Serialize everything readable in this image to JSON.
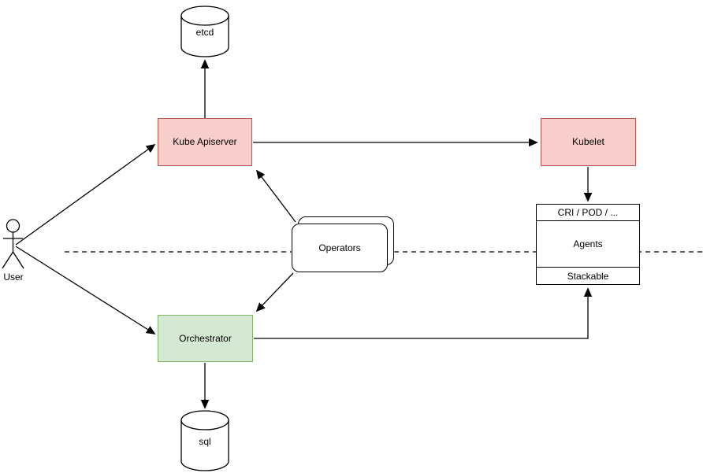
{
  "diagram": {
    "background": "#ffffff",
    "line_color": "#000000",
    "nodes": {
      "user": {
        "label": "User",
        "shape": "actor"
      },
      "etcd": {
        "label": "etcd",
        "shape": "cylinder",
        "fill": "#ffffff",
        "border": "#000000"
      },
      "kube_apiserver": {
        "label": "Kube Apiserver",
        "shape": "rect",
        "fill": "#f8cecc",
        "border": "#b85450"
      },
      "kubelet": {
        "label": "Kubelet",
        "shape": "rect",
        "fill": "#f8cecc",
        "border": "#b85450"
      },
      "operators": {
        "label": "Operators",
        "shape": "stacked-rounded-rect",
        "fill": "#ffffff",
        "border": "#000000"
      },
      "orchestrator": {
        "label": "Orchestrator",
        "shape": "rect",
        "fill": "#d5e8d4",
        "border": "#82b366"
      },
      "sql": {
        "label": "sql",
        "shape": "cylinder",
        "fill": "#ffffff",
        "border": "#000000"
      },
      "agents_stack": {
        "shape": "rect-3-rows",
        "rows": [
          "CRI / POD / ...",
          "Agents",
          "Stackable"
        ],
        "fill": "#ffffff",
        "border": "#000000"
      }
    },
    "edges": [
      {
        "from": "user",
        "to": "kube_apiserver",
        "type": "arrow"
      },
      {
        "from": "user",
        "to": "orchestrator",
        "type": "arrow"
      },
      {
        "from": "kube_apiserver",
        "to": "etcd",
        "type": "arrow"
      },
      {
        "from": "kube_apiserver",
        "to": "kubelet",
        "type": "arrow"
      },
      {
        "from": "kubelet",
        "to": "agents_stack",
        "type": "arrow"
      },
      {
        "from": "operators",
        "to": "kube_apiserver",
        "type": "arrow"
      },
      {
        "from": "operators",
        "to": "orchestrator",
        "type": "arrow"
      },
      {
        "from": "orchestrator",
        "to": "agents_stack",
        "type": "arrow"
      },
      {
        "from": "orchestrator",
        "to": "sql",
        "type": "arrow"
      },
      {
        "type": "dashed-separator",
        "orientation": "horizontal"
      }
    ]
  }
}
